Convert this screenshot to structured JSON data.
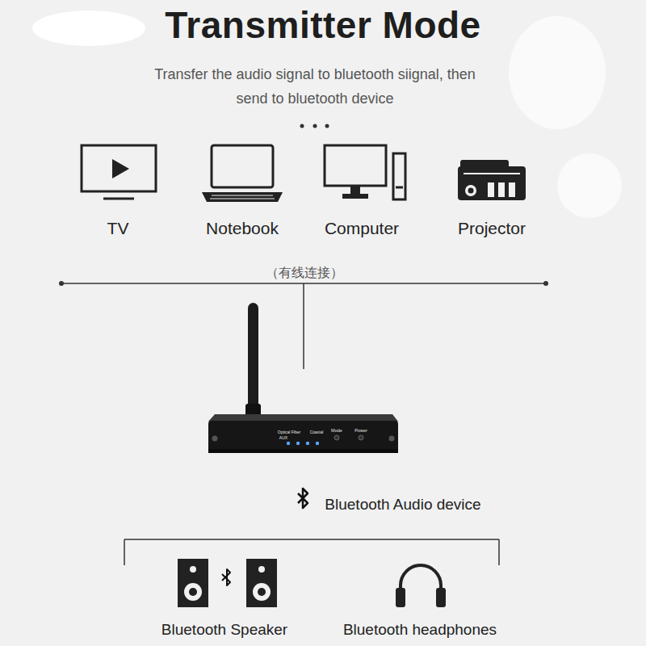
{
  "diagram": {
    "title": "Transmitter Mode",
    "labels": [
      "Transfer the audio signal to bluetooth siignal, then send to bluetooth device",
      "TV",
      "Notebook",
      "Computer",
      "Projector",
      "（有线连接）",
      "Optical Fiber",
      "AUX",
      "Coaxial",
      "Mode",
      "Power",
      "Bluetooth Audio device",
      "Bluetooth Speaker",
      "Bluetooth headphones"
    ]
  }
}
